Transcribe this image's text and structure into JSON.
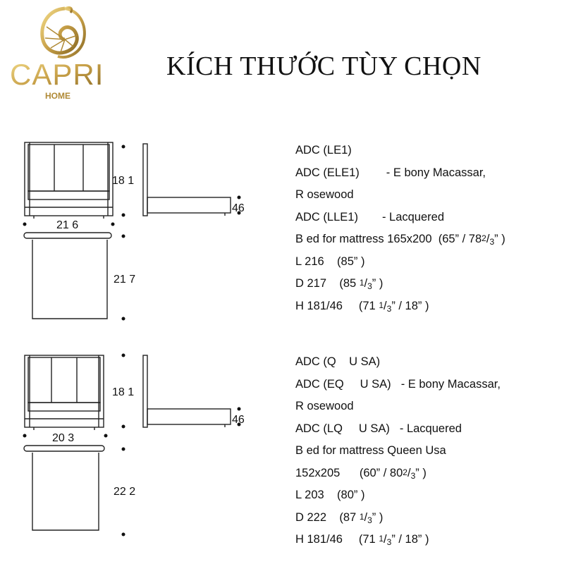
{
  "brand": {
    "name": "CAPRI",
    "sub": "HOME",
    "accent": "#c9a24a"
  },
  "title": "KÍCH THƯỚC TÙY CHỌN",
  "drawings": [
    {
      "width": "21 6",
      "height": "18 1",
      "depth": "21 7",
      "leg": "46"
    },
    {
      "width": "20 3",
      "height": "18 1",
      "depth": "22 2",
      "leg": "46"
    }
  ],
  "specs": [
    {
      "model1": "ADC (LE1)",
      "model2": "ADC (ELE1)",
      "model2_desc": "- E bony Macassar,",
      "model2_cont": "R osewood",
      "model3": "ADC (LLE1)",
      "model3_desc": "- Lacquered",
      "bed_prefix": "B ed for mattress 165x200",
      "bed_main": "(65”  / 78",
      "bed_num": "2",
      "bed_slash": "/",
      "bed_den": "3",
      "bed_end": "”  )",
      "l_text": "L  216",
      "l_val": "(85”  )",
      "d_text": "D 217",
      "d_main": "(85",
      "d_num": "1",
      "d_slash": "/",
      "d_den": "3",
      "d_end": "”  )",
      "h_text": "H 181/46",
      "h_main": "(71",
      "h_num": "1",
      "h_slash": "/",
      "h_den": "3",
      "h_end": "”  / 18”  )"
    },
    {
      "model1": "ADC (Q    U SA)",
      "model2": "ADC (EQ     U SA)",
      "model2_desc": "- E bony Macassar,",
      "model2_cont": "R osewood",
      "model3": "ADC (LQ     U SA)",
      "model3_desc": "- Lacquered",
      "bed_prefix": "B ed for mattress Queen Usa",
      "bed2_prefix": "152x205",
      "bed_main": "(60”  / 80",
      "bed_num": "2",
      "bed_slash": "/",
      "bed_den": "3",
      "bed_end": "”  )",
      "l_text": "L  203",
      "l_val": "(80”  )",
      "d_text": "D 222",
      "d_main": "(87",
      "d_num": "1",
      "d_slash": "/",
      "d_den": "3",
      "d_end": "”  )",
      "h_text": "H 181/46",
      "h_main": "(71",
      "h_num": "1",
      "h_slash": "/",
      "h_den": "3",
      "h_end": "”  / 18”  )"
    }
  ]
}
